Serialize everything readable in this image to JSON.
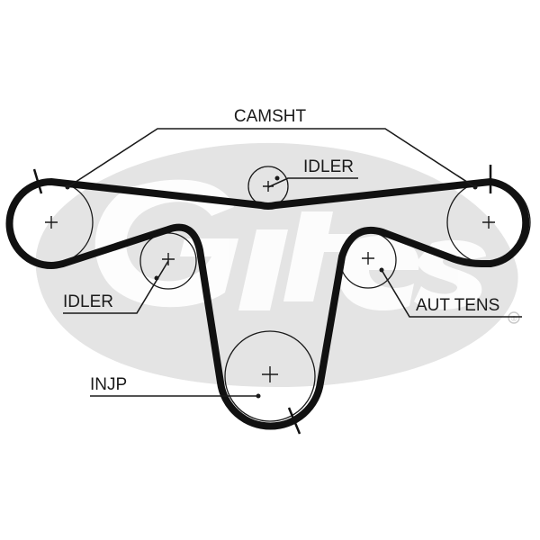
{
  "labels": {
    "camshaft": "CAMSHT",
    "idler_top": "IDLER",
    "idler_left": "IDLER",
    "auto_tensioner": "AUT TENS",
    "injection_pump": "INJP"
  },
  "watermark": {
    "text": "Gates",
    "registered_mark": "®",
    "color": "#e4e4e4"
  },
  "colors": {
    "belt": "#111111",
    "line": "#1a1a1a",
    "background": "#ffffff"
  }
}
